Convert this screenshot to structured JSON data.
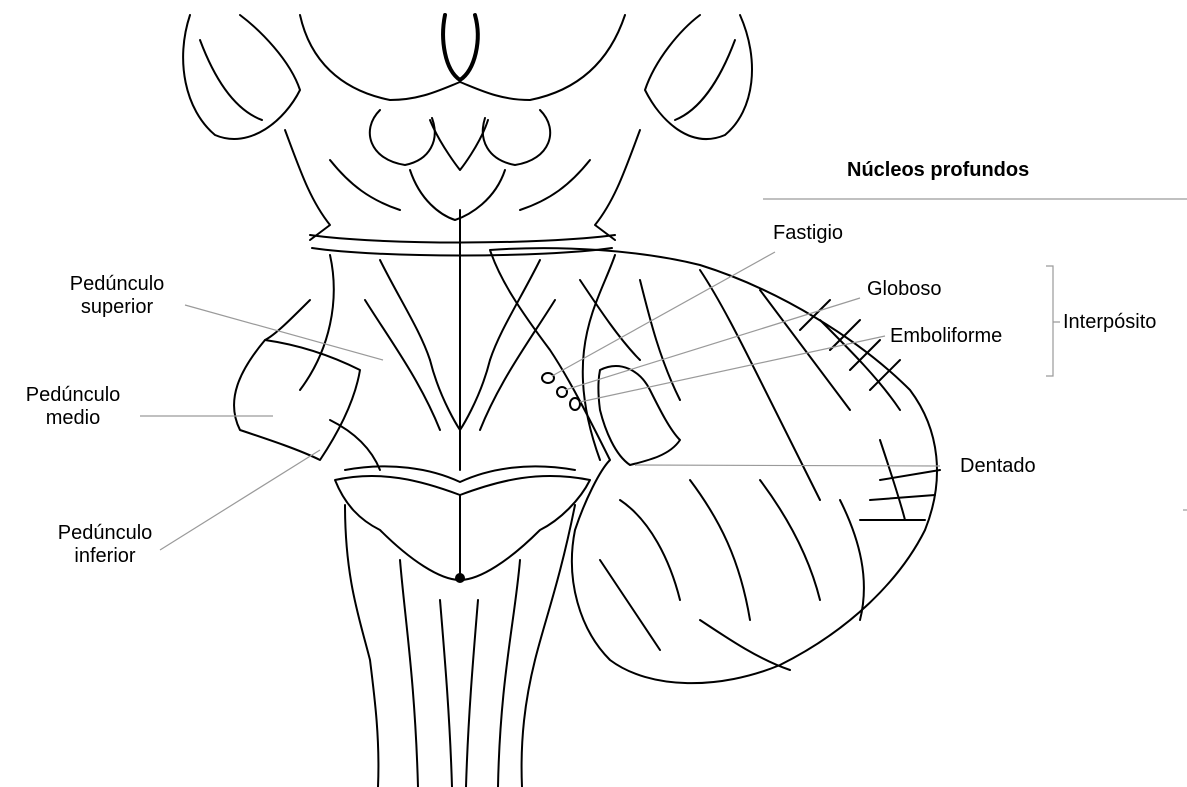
{
  "section_header": "Núcleos profundos",
  "labels": {
    "pedunculo_superior": [
      "Pedúnculo",
      "superior"
    ],
    "pedunculo_medio": [
      "Pedúnculo",
      "medio"
    ],
    "pedunculo_inferior": [
      "Pedúnculo",
      "inferior"
    ],
    "fastigio": "Fastigio",
    "globoso": "Globoso",
    "emboliforme": "Emboliforme",
    "interposito": "Interpósito",
    "dentado": "Dentado"
  },
  "colors": {
    "line": "#9a9a9a",
    "ink": "#000000",
    "background": "#ffffff"
  }
}
